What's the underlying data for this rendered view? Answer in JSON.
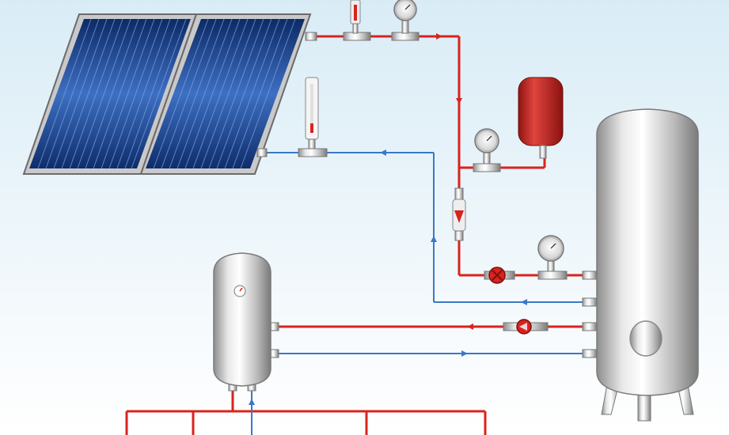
{
  "diagram": {
    "kind": "solar water heating system schematic",
    "colors": {
      "hot_pipe": "#d9231d",
      "cold_pipe": "#3a78c8",
      "panel_blue_dark": "#0d2a66",
      "panel_blue_light": "#6f9fe0",
      "expansion_tank": "#c8201c",
      "steel_light": "#f2f2f2",
      "steel_dark": "#8d8d8d",
      "background_top": "#d9ecf6",
      "background_bottom": "#ffffff"
    },
    "components": [
      {
        "id": "solar-collector-1",
        "icon": "solar-panel-icon"
      },
      {
        "id": "solar-collector-2",
        "icon": "solar-panel-icon"
      },
      {
        "id": "air-vent-thermometer",
        "icon": "thermometer-icon"
      },
      {
        "id": "return-thermometer",
        "icon": "thermometer-icon"
      },
      {
        "id": "pressure-gauge-top",
        "icon": "gauge-icon"
      },
      {
        "id": "pressure-gauge-mid",
        "icon": "gauge-icon"
      },
      {
        "id": "pressure-gauge-tank",
        "icon": "gauge-icon"
      },
      {
        "id": "expansion-vessel",
        "icon": "expansion-tank-icon"
      },
      {
        "id": "flow-meter",
        "icon": "flow-meter-icon"
      },
      {
        "id": "shutoff-valve",
        "icon": "valve-icon"
      },
      {
        "id": "circulation-pump",
        "icon": "pump-icon"
      },
      {
        "id": "storage-tank",
        "icon": "storage-tank-icon"
      },
      {
        "id": "boiler",
        "icon": "boiler-icon"
      }
    ]
  }
}
